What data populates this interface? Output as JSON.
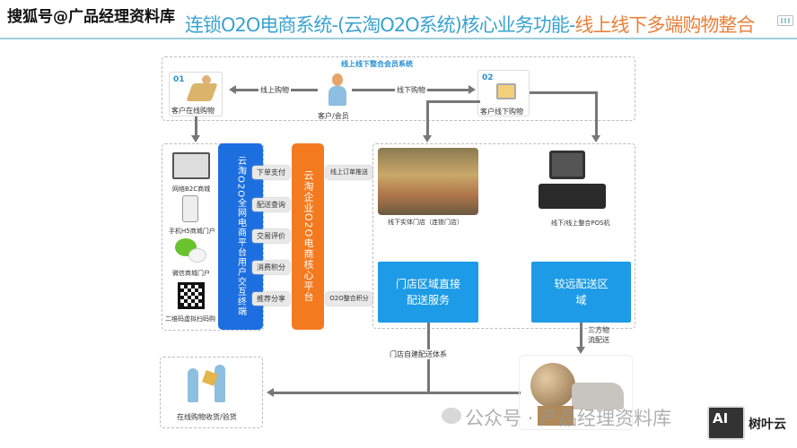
{
  "header": {
    "title_blue": "连锁O2O电商系统-(云淘O2O系统)核心业务功能-",
    "title_orange": "线上线下多端购物整合",
    "watermark_top": "搜狐号@广品经理资料库",
    "battery_icon": "battery-icon"
  },
  "member_system": {
    "title": "线上线下整合会员系统",
    "online": {
      "num": "01",
      "label": "客户在线购物"
    },
    "customer": "客户/会员",
    "offline": {
      "num": "02",
      "label": "客户线下购物"
    },
    "arrow_online": "线上购物",
    "arrow_offline": "线下购物"
  },
  "terminals": {
    "bar": "云淘O2O全网电商平台用户交互终端",
    "items": [
      "网络B2C商城",
      "手机H5商城门户",
      "微信商城门户",
      "二维码虚拟扫码购"
    ]
  },
  "interactions": [
    "下单支付",
    "配送查询",
    "交易评价",
    "消费积分",
    "推荐分享"
  ],
  "core_platform": "云淘企业O2O电商核心平台",
  "right_links": [
    "线上订单推送",
    "O2O整合积分"
  ],
  "stores": {
    "store_caption": "线下实体门店（连锁门店）",
    "pos_caption": "线下/线上整合POS机",
    "direct_delivery": "门店区域直接配送服务",
    "far_delivery": "较远配送区域"
  },
  "delivery": {
    "self_built": "门店自建配送体系",
    "third_party": "三方物流配送",
    "receive": "在线购物收货/验货"
  },
  "footer": {
    "watermark": "公众号 · 产品经理资料库",
    "logo_text": "AI",
    "brand": "树叶云"
  },
  "colors": {
    "blue": "#1d9be6",
    "orange": "#f47a20",
    "title_blue": "#3aa3d0",
    "title_orange": "#e8813a"
  }
}
